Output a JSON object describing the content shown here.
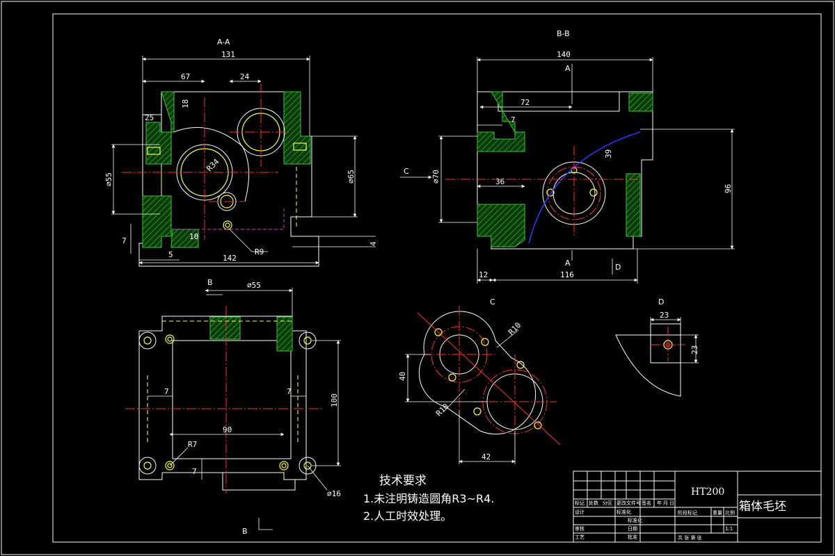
{
  "views": {
    "aa": "A-A",
    "bb": "B-B",
    "b": "B",
    "c": "C",
    "d": "D",
    "b_bottom": "B",
    "c_arrow": "C",
    "a_top": "A",
    "a_bottom": "A",
    "d_arrow": "D"
  },
  "dims_aa": {
    "w131": "131",
    "w67": "67",
    "w24": "24",
    "h18": "18",
    "h25": "25",
    "d55": "⌀55",
    "d65": "⌀65",
    "r34": "R34",
    "h7": "7",
    "h10": "10",
    "w5": "5",
    "w142": "142",
    "r9": "R9",
    "h4": "4"
  },
  "dims_bb": {
    "w140": "140",
    "w72": "72",
    "w7": "7",
    "d70": "⌀70",
    "w36": "36",
    "h39": "39",
    "h96": "96",
    "w12": "12",
    "w116": "116"
  },
  "dims_b": {
    "d55": "⌀55",
    "w7l": "7",
    "w7r": "7",
    "h100": "100",
    "w90": "90",
    "r7": "R7",
    "h7": "7",
    "d16": "⌀16"
  },
  "dims_c": {
    "r10a": "R10",
    "r10b": "R10",
    "h40": "40",
    "w42": "42"
  },
  "dims_d": {
    "w23": "23",
    "h23": "23"
  },
  "notes": {
    "title": "技术要求",
    "line1": "1.未注明铸造圆角R3~R4.",
    "line2": "2.人工时效处理。"
  },
  "title_block": {
    "material": "HT200",
    "part_name": "箱体毛坯",
    "row_labels": [
      "标记",
      "处数",
      "分区",
      "更改文件号",
      "签名",
      "年",
      "月",
      "日"
    ],
    "design": "设计",
    "standardize": "标准化",
    "review": "审核",
    "process": "工艺",
    "approve": "批准",
    "date": "日期",
    "stage_marks": "阶段标记",
    "weight": "重量",
    "scale": "比例",
    "scale_value": "1:1",
    "sheets": "共 张 第 张"
  }
}
